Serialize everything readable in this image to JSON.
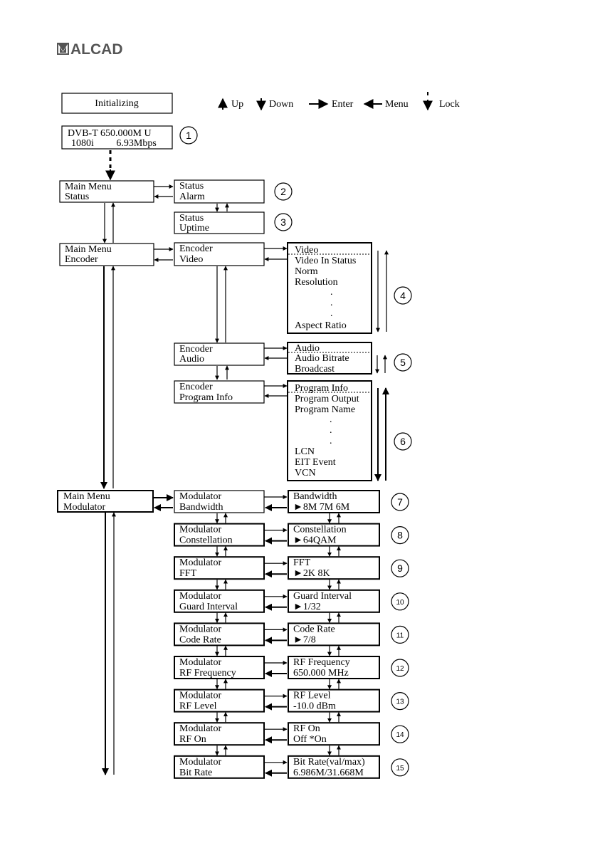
{
  "logo": {
    "text": "ALCAD"
  },
  "legend": {
    "up": "Up",
    "down": "Down",
    "enter": "Enter",
    "menu": "Menu",
    "lock": "Lock"
  },
  "initializing": "Initializing",
  "status_screen": {
    "line1": "DVB-T  650.000M  U",
    "line2": "1080i         6.93Mbps"
  },
  "main_menu": {
    "status": {
      "line1": "Main Menu",
      "line2": "Status"
    },
    "encoder": {
      "line1": "Main Menu",
      "line2": "Encoder"
    },
    "modulator": {
      "line1": "Main Menu",
      "line2": "Modulator"
    }
  },
  "status_sub": {
    "alarm": {
      "line1": "Status",
      "line2": "Alarm"
    },
    "uptime": {
      "line1": "Status",
      "line2": "Uptime"
    }
  },
  "encoder_sub": {
    "video": {
      "line1": "Encoder",
      "line2": "Video"
    },
    "audio": {
      "line1": "Encoder",
      "line2": "Audio"
    },
    "program": {
      "line1": "Encoder",
      "line2": "Program Info"
    }
  },
  "video_list": [
    "Video",
    "Video In Status",
    "Norm",
    "Resolution",
    ".",
    ".",
    ".",
    "Aspect Ratio"
  ],
  "audio_list": [
    "Audio",
    "Audio Bitrate",
    "Broadcast"
  ],
  "program_list": [
    "Program Info",
    "Program Output",
    "Program Name",
    ".",
    ".",
    ".",
    "LCN",
    "EIT Event",
    "VCN"
  ],
  "modulator_rows": [
    {
      "menu": {
        "line1": "Modulator",
        "line2": "Bandwidth"
      },
      "value": {
        "line1": "Bandwidth",
        "line2": "►8M   7M   6M"
      },
      "num": "7"
    },
    {
      "menu": {
        "line1": "Modulator",
        "line2": "Constellation"
      },
      "value": {
        "line1": "Constellation",
        "line2": "►64QAM"
      },
      "num": "8"
    },
    {
      "menu": {
        "line1": "Modulator",
        "line2": "FFT"
      },
      "value": {
        "line1": "FFT",
        "line2": "►2K      8K"
      },
      "num": "9"
    },
    {
      "menu": {
        "line1": "Modulator",
        "line2": "Guard Interval"
      },
      "value": {
        "line1": "Guard Interval",
        "line2": "►1/32"
      },
      "num": "10"
    },
    {
      "menu": {
        "line1": "Modulator",
        "line2": "Code Rate"
      },
      "value": {
        "line1": "Code Rate",
        "line2": "►7/8"
      },
      "num": "11"
    },
    {
      "menu": {
        "line1": "Modulator",
        "line2": "RF Frequency"
      },
      "value": {
        "line1": "RF Frequency",
        "line2": "650.000 MHz"
      },
      "num": "12"
    },
    {
      "menu": {
        "line1": "Modulator",
        "line2": "RF Level"
      },
      "value": {
        "line1": "RF Level",
        "line2": "-10.0 dBm"
      },
      "num": "13"
    },
    {
      "menu": {
        "line1": "Modulator",
        "line2": "RF On"
      },
      "value": {
        "line1": "RF On",
        "line2": "Off        *On"
      },
      "num": "14"
    },
    {
      "menu": {
        "line1": "Modulator",
        "line2": "Bit Rate"
      },
      "value": {
        "line1": "Bit Rate(val/max)",
        "line2": "6.986M/31.668M"
      },
      "num": "15"
    }
  ],
  "circle_numbers": {
    "n1": "1",
    "n2": "2",
    "n3": "3",
    "n4": "4",
    "n5": "5",
    "n6": "6"
  }
}
